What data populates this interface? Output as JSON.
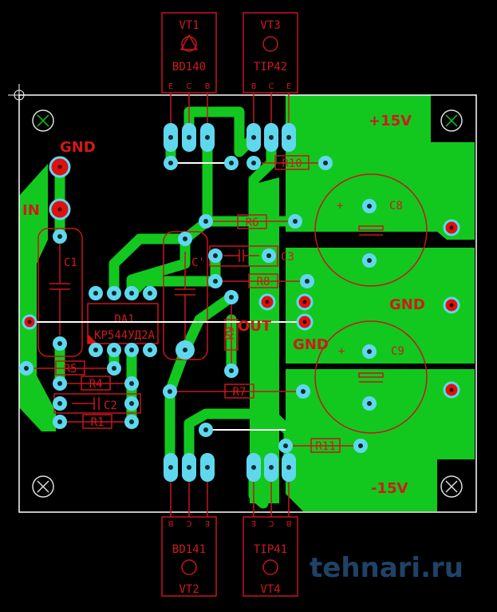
{
  "board": {
    "transistors": [
      {
        "ref": "VT1",
        "part": "BD140",
        "pins": [
          "E",
          "C",
          "B"
        ]
      },
      {
        "ref": "VT3",
        "part": "TIP42",
        "pins": [
          "B",
          "C",
          "E"
        ]
      },
      {
        "ref": "VT2",
        "part": "BD141",
        "pins": [
          "B",
          "C",
          "E"
        ]
      },
      {
        "ref": "VT4",
        "part": "TIP41",
        "pins": [
          "E",
          "C",
          "B"
        ]
      }
    ],
    "ic": {
      "ref": "DA1",
      "part": "КР544УД2А"
    },
    "components": {
      "R1": "R1",
      "R4": "R4",
      "R5": "R5",
      "R6": "R6",
      "R7": "R7",
      "R8": "R8",
      "R9": "R9",
      "R10": "R10",
      "R11": "R11",
      "C1": "C1",
      "C2": "C2",
      "C3": "C3",
      "C7": "C'",
      "C8": "C8",
      "C9": "C9"
    },
    "nets": {
      "gnd_in": "GND",
      "in": "IN",
      "plus": "+15V",
      "gnd_right": "GND",
      "gnd_mid": "GND",
      "out": "OUT",
      "minus": "-15V"
    },
    "plus_sign": "+"
  },
  "watermark": "tehnari.ru",
  "colors": {
    "copper": "#12c81e",
    "pad": "#5fd8ee",
    "silk": "#c8141e",
    "outline": "#ffffff"
  }
}
